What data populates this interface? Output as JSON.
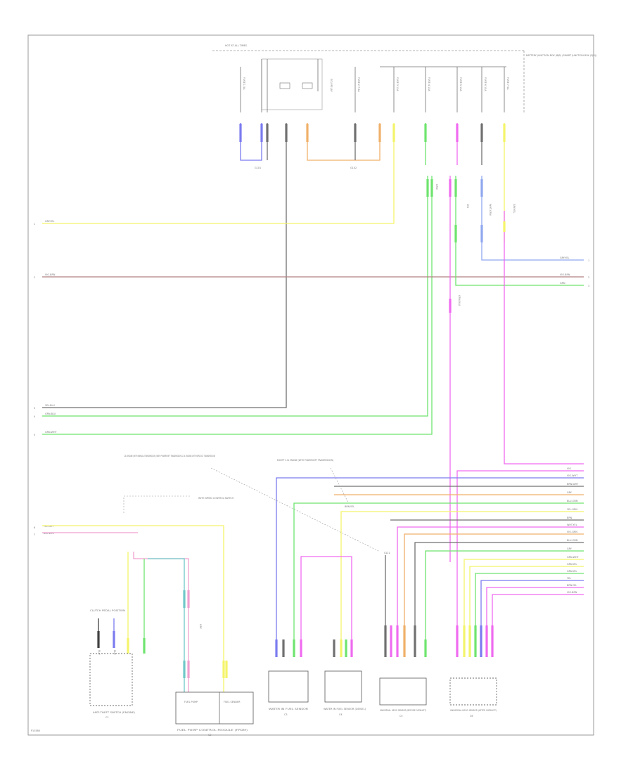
{
  "colors": {
    "blue": "#7b7bf0",
    "gray": "#707070",
    "orange": "#f0b06a",
    "yellow": "#f4f46a",
    "green": "#6ee46e",
    "magenta": "#f06af0",
    "pink": "#f0a0d0",
    "teal": "#70c8c8",
    "brown": "#b08080",
    "red": "#f08080",
    "ltgreen": "#a0e8a0",
    "ltblue": "#90a8f0",
    "black": "#404040"
  },
  "page": {
    "footer_code": "P10386"
  },
  "fuse_box": {
    "title": "HOT AT ALL TIMES",
    "fuses": [
      {
        "label": "FUSE 1 5A"
      },
      {
        "label": "FUSE 2 7.5A"
      },
      {
        "label": "FUSE 3 10A"
      },
      {
        "label": "FUSE 4 10A"
      },
      {
        "label": "FUSE 5 10A"
      },
      {
        "label": "FUSE 6 15A"
      },
      {
        "label": "FUSE 7 5A"
      }
    ],
    "relay_label": "ECU RELAY",
    "note": "BATTERY JUNCTION BOX (BJB) (SMART JUNCTION BOX (SJB))"
  },
  "left_signals": [
    {
      "label": "GRY-YEL",
      "num": "1"
    },
    {
      "label": "VIO-BRN",
      "num": "2"
    },
    {
      "label": "YEL-BLU",
      "num": "3"
    },
    {
      "label": "GRN-BLU",
      "num": "4"
    },
    {
      "label": "GRN-WHT",
      "num": "5"
    }
  ],
  "right_top_signals": [
    {
      "label": "GRY-YEL",
      "num": "1"
    },
    {
      "label": "VIO-BRN",
      "num": "2"
    },
    {
      "label": "GRN",
      "num": "3"
    }
  ],
  "right_bus_labels": [
    "VIO",
    "VIO-WHT",
    "BRN-WHT",
    "GRY",
    "BLU-GRN",
    "YEL-GRN",
    "BRN",
    "WHT-YEL",
    "VIO-GRN",
    "BLU-GRN",
    "GRY",
    "GRN-WHT",
    "GRN-YEL",
    "GRN-YEL",
    "YEL",
    "BRN-YEL",
    "VIO-BRN"
  ],
  "annotations": {
    "left_pointer": "2.0L ENGINE (WITH MANUAL TRANSMISSION) (WITH POWERSHIFT TRANSMISSION) 2.0L ENGINE (WITH 6SPD DCT TRANSMISSION)",
    "mid_pointer": "EXCEPT 2.0L ENGINE (WITH POWERSHIFT TRANSMISSION)",
    "splice": "S121",
    "mid_dash": "BRN-YEL",
    "small_note": "WITH SPEED CONTROL SWITCH"
  },
  "bottom_left_signals": [
    {
      "label": "YEL-GRY",
      "num": "6"
    },
    {
      "label": "BLU-WHT",
      "num": "7"
    }
  ],
  "components": [
    {
      "name": "ANTI-THEFT SWITCH (ENGINE)",
      "id": "C1"
    },
    {
      "name": "FUEL PUMP CONTROL MODULE (FPDM)",
      "id": "C2"
    },
    {
      "name": "WATER IN FUEL SENSOR",
      "id": "C3"
    },
    {
      "name": "WATER IN FUEL SENSOR (DIESEL)",
      "id": "C4"
    },
    {
      "name": "UNIVERSAL HEGO SENSOR (BEFORE CATALYST)",
      "id": "C5"
    },
    {
      "name": "UNIVERSAL HEGO SENSOR (AFTER CATALYST)",
      "id": "C6"
    }
  ],
  "component_sub": {
    "fuel_pump_left": "FUEL PUMP",
    "fuel_pump_right": "FUEL SENDER",
    "switch_label": "CLUTCH PEDAL POSITION"
  },
  "ground_labels": [
    "G101",
    "G102"
  ],
  "wire_tags": [
    "BLU",
    "BLU",
    "GRY",
    "GRN-BLU",
    "VIO",
    "WHT-GRN",
    "GRY-YEL",
    "GRN"
  ]
}
